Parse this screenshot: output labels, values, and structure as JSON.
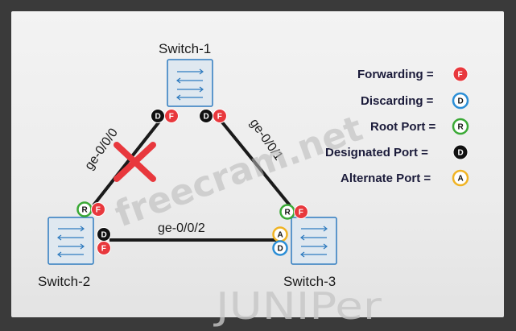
{
  "switches": {
    "s1": {
      "name": "Switch-1"
    },
    "s2": {
      "name": "Switch-2"
    },
    "s3": {
      "name": "Switch-3"
    }
  },
  "links": {
    "s1_s2": {
      "label": "ge-0/0/0",
      "blocked": true
    },
    "s1_s3": {
      "label": "ge-0/0/1"
    },
    "s2_s3": {
      "label": "ge-0/0/2"
    }
  },
  "ports": {
    "s1_left": [
      "D",
      "F"
    ],
    "s1_right": [
      "D",
      "F"
    ],
    "s2_top": [
      "R",
      "F"
    ],
    "s2_right": [
      "D",
      "F"
    ],
    "s3_top": [
      "R",
      "F"
    ],
    "s3_left": [
      "A",
      "D"
    ]
  },
  "legend": {
    "forwarding": {
      "label": "Forwarding =",
      "letter": "F",
      "color": "#e8383d"
    },
    "discarding": {
      "label": "Discarding =",
      "letter": "D",
      "color": "#2b8ed6"
    },
    "root": {
      "label": "Root Port =",
      "letter": "R",
      "color": "#3aa935"
    },
    "designated": {
      "label": "Designated Port =",
      "letter": "D",
      "color": "#111111"
    },
    "alternate": {
      "label": "Alternate Port =",
      "letter": "A",
      "color": "#f0b323"
    }
  },
  "watermark": "freecram.net",
  "logo": "JUNIPer"
}
